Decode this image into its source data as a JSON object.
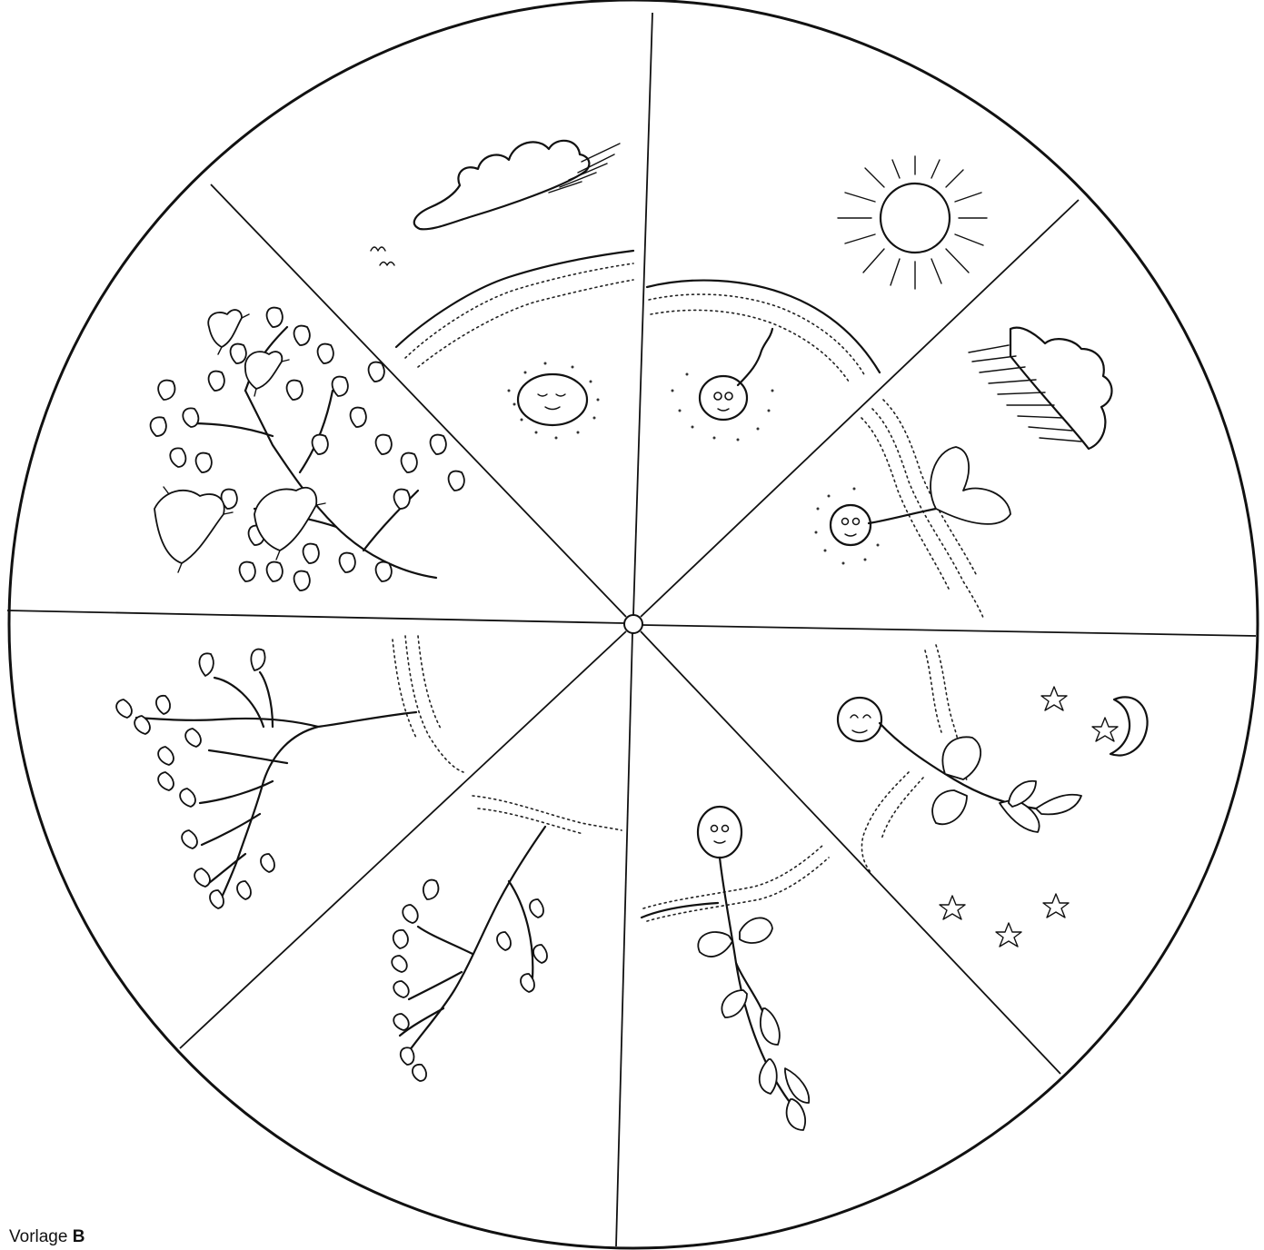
{
  "caption": {
    "prefix": "Vorlage",
    "letter": "B"
  },
  "wheel": {
    "segments": [
      {
        "id": "seed-in-soil",
        "icons": [
          "cloud-icon",
          "birds-icon",
          "seed-icon"
        ]
      },
      {
        "id": "seed-sprouting",
        "icons": [
          "sun-icon",
          "seed-root-icon"
        ]
      },
      {
        "id": "seedling-rain",
        "icons": [
          "rain-cloud-icon",
          "seedling-icon"
        ]
      },
      {
        "id": "seedling-night",
        "icons": [
          "moon-icon",
          "star-icon",
          "seedling-icon"
        ]
      },
      {
        "id": "young-plant",
        "icons": [
          "plant-icon"
        ]
      },
      {
        "id": "sapling",
        "icons": [
          "branch-icon"
        ]
      },
      {
        "id": "young-tree",
        "icons": [
          "branch-icon"
        ]
      },
      {
        "id": "grown-tree-with-birds",
        "icons": [
          "tree-icon",
          "bird-icon"
        ]
      }
    ]
  }
}
